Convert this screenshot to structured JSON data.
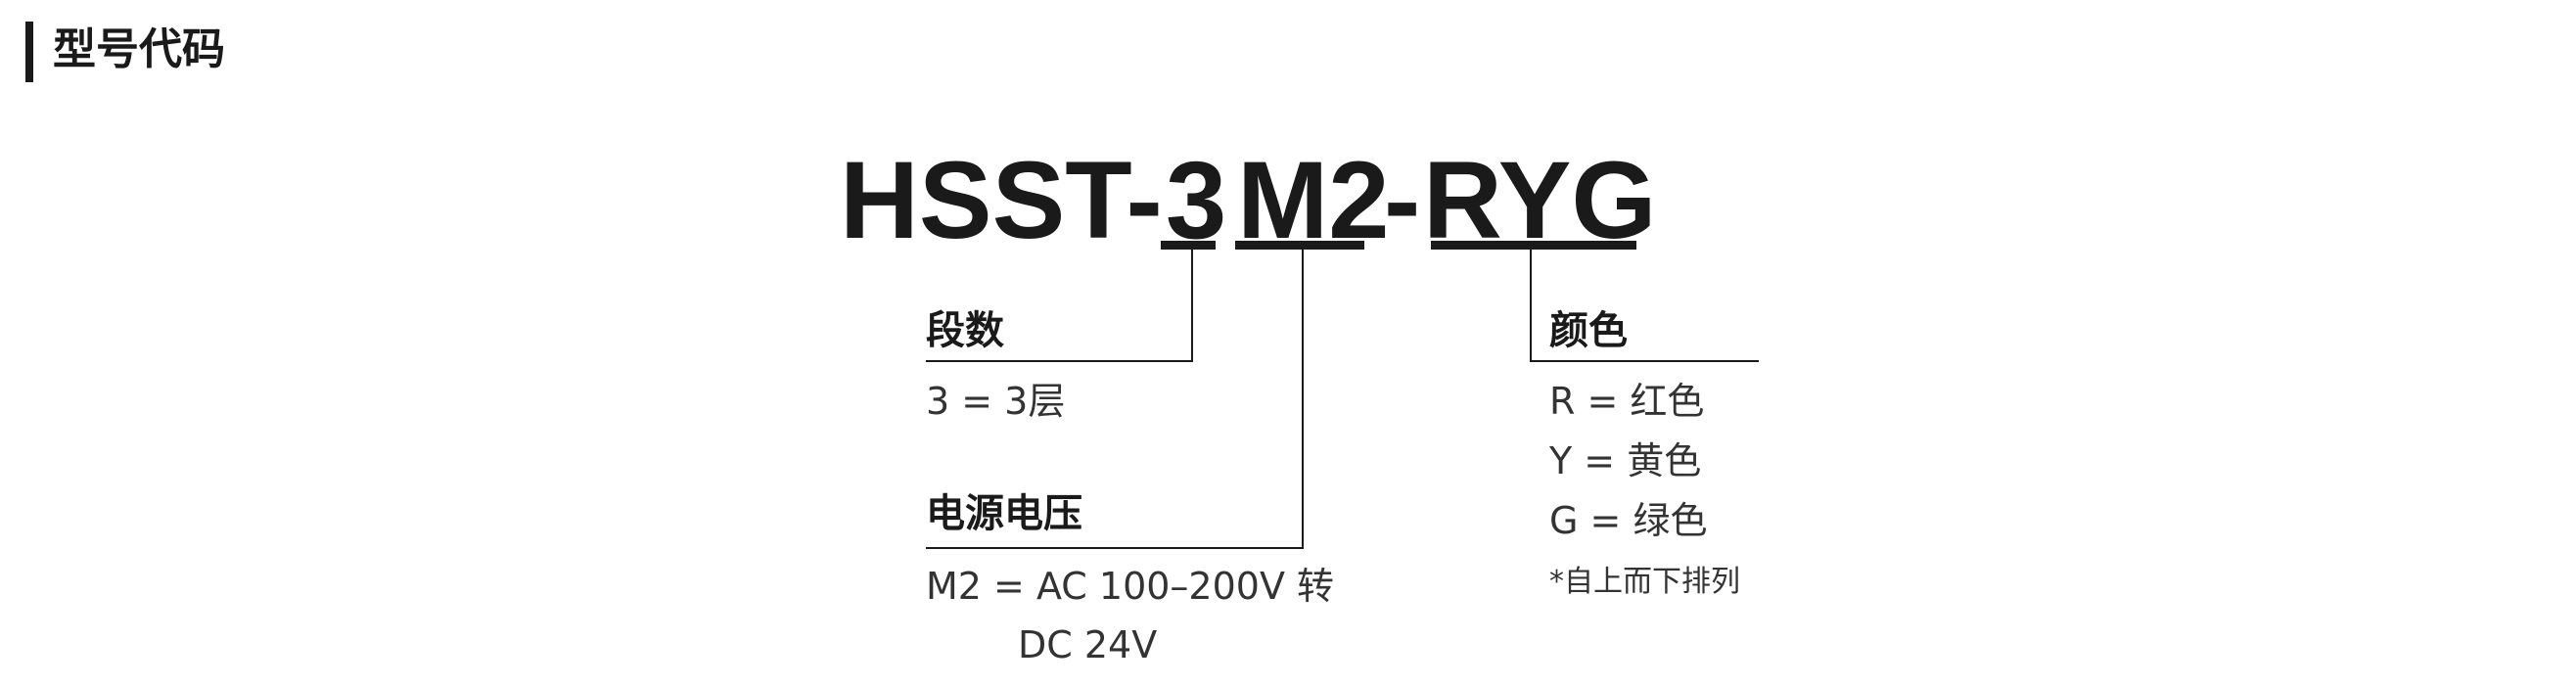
{
  "header": {
    "title": "型号代码"
  },
  "model": {
    "prefix": "HSST-",
    "segment_count": "3",
    "voltage_code": "M2",
    "dash": "-",
    "color_code": "RYG"
  },
  "segments": {
    "title": "段数",
    "options": [
      "3 = 3层"
    ]
  },
  "voltage": {
    "title": "电源电压",
    "line1": "M2 = AC 100–200V 转",
    "line2": "DC 24V"
  },
  "color": {
    "title": "颜色",
    "options": [
      "R = 红色",
      "Y = 黄色",
      "G = 绿色"
    ],
    "note": "*自上而下排列"
  }
}
